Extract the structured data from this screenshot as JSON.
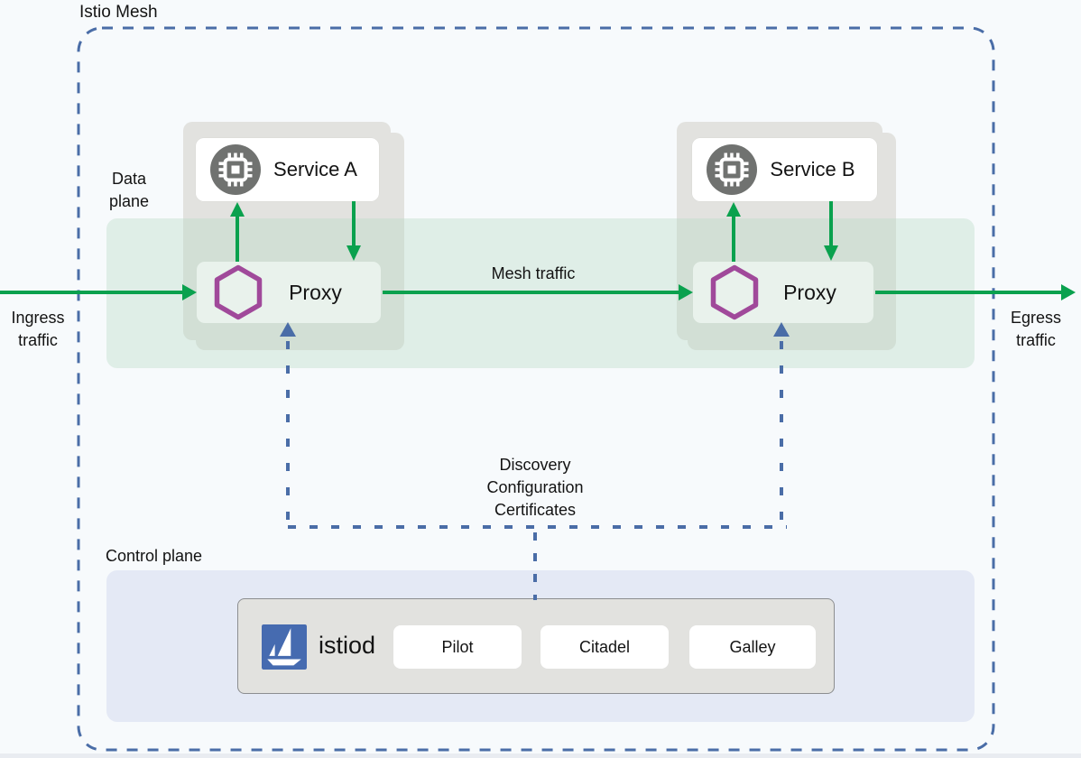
{
  "title": "Istio Mesh",
  "labels": {
    "data_plane": [
      "Data",
      "plane"
    ],
    "ingress_traffic": [
      "Ingress",
      "traffic"
    ],
    "egress_traffic": [
      "Egress",
      "traffic"
    ],
    "mesh_traffic": "Mesh traffic",
    "control_plane": "Control plane",
    "proxy_to_istiod": [
      "Discovery",
      "Configuration",
      "Certificates"
    ]
  },
  "data_plane": {
    "services": [
      {
        "name": "Service A",
        "proxy": "Proxy"
      },
      {
        "name": "Service B",
        "proxy": "Proxy"
      }
    ]
  },
  "control_plane": {
    "istiod": "istiod",
    "components": [
      "Pilot",
      "Citadel",
      "Galley"
    ]
  },
  "icons": {
    "service": "microchip-icon",
    "proxy": "envoy-hexagon-icon",
    "istiod": "istio-sail-icon"
  },
  "colors": {
    "arrow_green": "#0aa14e",
    "dashed_blue": "#4a6da7",
    "hexagon_purple": "#a0499a",
    "istio_blue": "#466bb0",
    "service_icon_gray": "#707270",
    "card_gray": "#e2e2df",
    "proxy_box_fill": "#e9f2ec",
    "control_plane_fill": "#e4e9f5"
  }
}
